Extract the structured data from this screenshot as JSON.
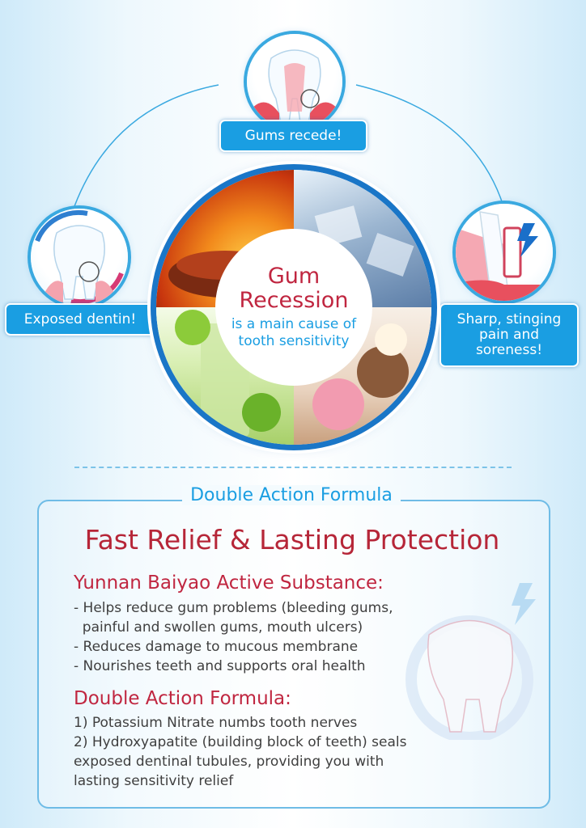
{
  "cycle": {
    "top_label": "Gums recede!",
    "left_label": "Exposed dentin!",
    "right_label_lines": [
      "Sharp, stinging",
      "pain and",
      "soreness!"
    ],
    "center_title_lines": [
      "Gum",
      "Recession"
    ],
    "center_sub_lines": [
      "is a main cause of",
      "tooth sensitivity"
    ]
  },
  "formula": {
    "heading": "Double Action Formula",
    "main_heading": "Fast Relief & Lasting Protection",
    "section1": {
      "title": "Yunnan Baiyao Active Substance:",
      "bullets": [
        "- Helps reduce gum problems (bleeding gums,",
        "  painful and swollen gums, mouth ulcers)",
        "- Reduces damage to mucous membrane",
        "- Nourishes teeth and supports oral health"
      ]
    },
    "section2": {
      "title": "Double Action Formula:",
      "lines": [
        "1) Potassium Nitrate numbs tooth nerves",
        "2) Hydroxyapatite (building block of teeth) seals",
        "exposed dentinal tubules, providing you with",
        "lasting sensitivity relief"
      ]
    }
  },
  "colors": {
    "accent_blue": "#1a9ee2",
    "accent_red": "#c02640",
    "dark_blue": "#1a76c7"
  },
  "icons": {
    "top": "receding-gum-tooth-icon",
    "left": "exposed-dentin-tooth-icon",
    "right": "pain-lightning-tooth-icon",
    "watermark": "tooth-lightning-icon"
  }
}
